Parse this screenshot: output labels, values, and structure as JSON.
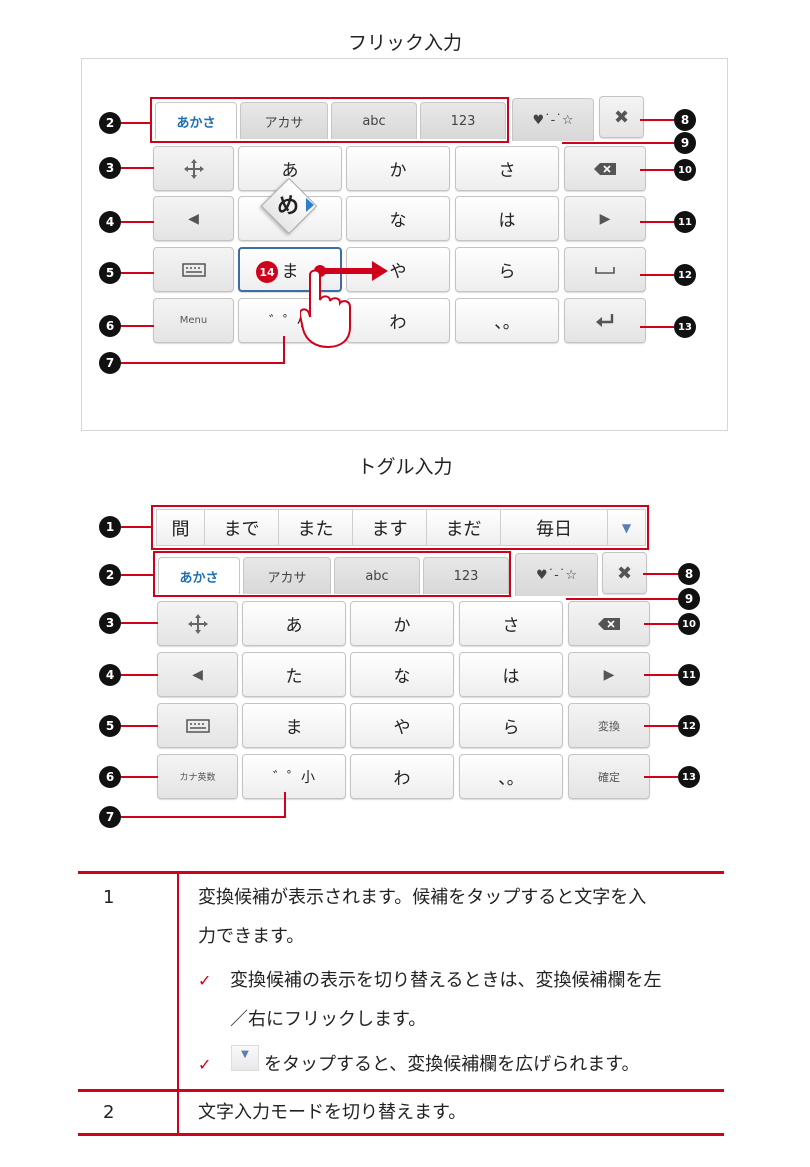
{
  "flick_section": {
    "title": "フリック入力",
    "tabs": [
      "あかさ",
      "アカサ",
      "abc",
      "123"
    ],
    "emoji_tab": "♥˙-˙☆",
    "close_icon": "close-icon",
    "left_keys": [
      "move-icon",
      "◀",
      "keyboard-icon",
      "Menu"
    ],
    "grid": [
      [
        "あ",
        "か",
        "さ"
      ],
      [
        "",
        "な",
        "は"
      ],
      [
        "ま",
        "や",
        "ら"
      ],
      [
        "゛゜小",
        "わ",
        "、。"
      ]
    ],
    "right_keys": [
      "backspace-icon",
      "▶",
      "space-icon",
      "enter-icon"
    ],
    "flick_popup": "め",
    "callout_14": "14"
  },
  "toggle_section": {
    "title": "トグル入力",
    "candidates": [
      "間",
      "まで",
      "また",
      "ます",
      "まだ",
      "毎日"
    ],
    "candidate_more": "▼",
    "tabs": [
      "あかさ",
      "アカサ",
      "abc",
      "123"
    ],
    "emoji_tab": "♥˙-˙☆",
    "left_keys": [
      "move-icon",
      "◀",
      "keyboard-icon",
      "カナ英数"
    ],
    "grid": [
      [
        "あ",
        "か",
        "さ"
      ],
      [
        "た",
        "な",
        "は"
      ],
      [
        "ま",
        "や",
        "ら"
      ],
      [
        "゛゜小",
        "わ",
        "、。"
      ]
    ],
    "right_keys": [
      "backspace-icon",
      "▶",
      "変換",
      "確定"
    ]
  },
  "callouts": [
    "1",
    "2",
    "3",
    "4",
    "5",
    "6",
    "7",
    "8",
    "9",
    "10",
    "11",
    "12",
    "13"
  ],
  "table": {
    "rows": [
      {
        "num": "1",
        "text1": "変換候補が表示されます。候補をタップすると文字を入",
        "text2": "力できます。",
        "bullet1a": "変換候補の表示を切り替えるときは、変換候補欄を左",
        "bullet1b": "／右にフリックします。",
        "bullet2": "をタップすると、変換候補欄を広げられます。",
        "bullet_icon": "▼"
      },
      {
        "num": "2",
        "text1": "文字入力モードを切り替えます。"
      }
    ],
    "check_mark": "✓"
  },
  "colors": {
    "accent": "#d0021b",
    "tab_active": "#1f6fb3"
  }
}
